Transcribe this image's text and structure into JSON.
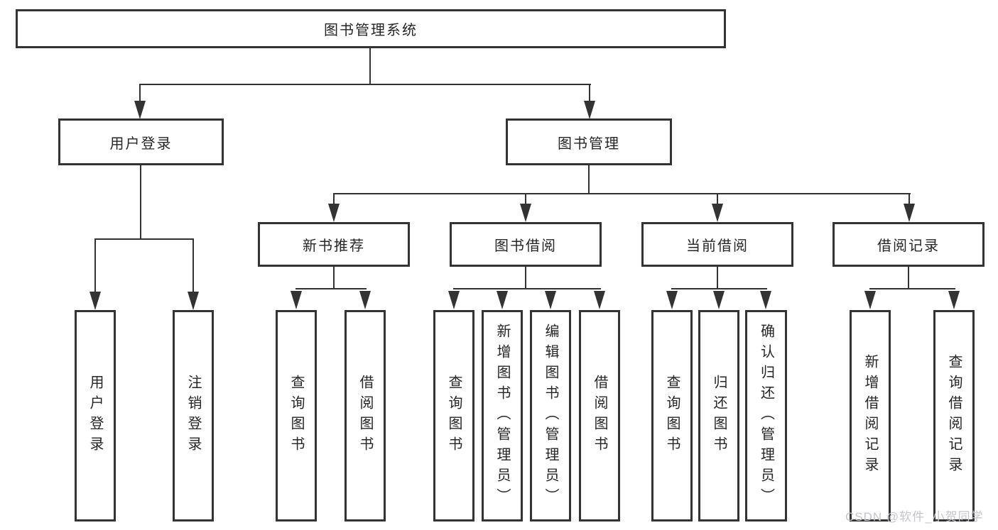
{
  "diagram": {
    "root": {
      "label": "图书管理系统"
    },
    "level2": [
      {
        "id": "user-login",
        "label": "用户登录"
      },
      {
        "id": "book-management",
        "label": "图书管理"
      }
    ],
    "level3": [
      {
        "id": "new-book-recommend",
        "label": "新书推荐"
      },
      {
        "id": "book-borrow",
        "label": "图书借阅"
      },
      {
        "id": "current-borrow",
        "label": "当前借阅"
      },
      {
        "id": "borrow-records",
        "label": "借阅记录"
      }
    ],
    "leaves": {
      "user_login": [
        "用户登录",
        "注销登录"
      ],
      "new_book_recommend": [
        "查询图书",
        "借阅图书"
      ],
      "book_borrow": [
        "查询图书",
        "新增图书（管理员）",
        "编辑图书（管理员）",
        "借阅图书"
      ],
      "current_borrow": [
        "查询图书",
        "归还图书",
        "确认归还（管理员）"
      ],
      "borrow_records": [
        "新增借阅记录",
        "查询借阅记录"
      ]
    }
  },
  "watermark": {
    "text": "CSDN @软件_小贺同学"
  },
  "colors": {
    "line": "#333333",
    "text": "#262626",
    "watermark": "#c5c6ca",
    "background": "#ffffff"
  }
}
